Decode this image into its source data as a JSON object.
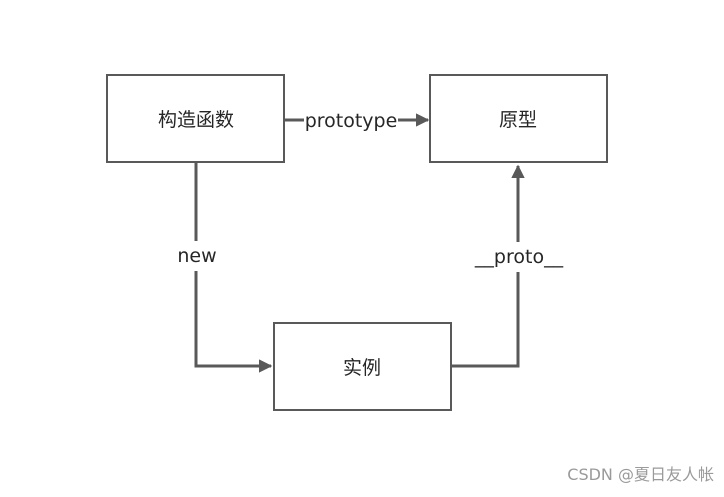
{
  "nodes": {
    "constructor": "构造函数",
    "prototype_obj": "原型",
    "instance": "实例"
  },
  "edges": {
    "prototype": "prototype",
    "new": "new",
    "proto": "__proto__"
  },
  "watermark": "CSDN @夏日友人帐"
}
